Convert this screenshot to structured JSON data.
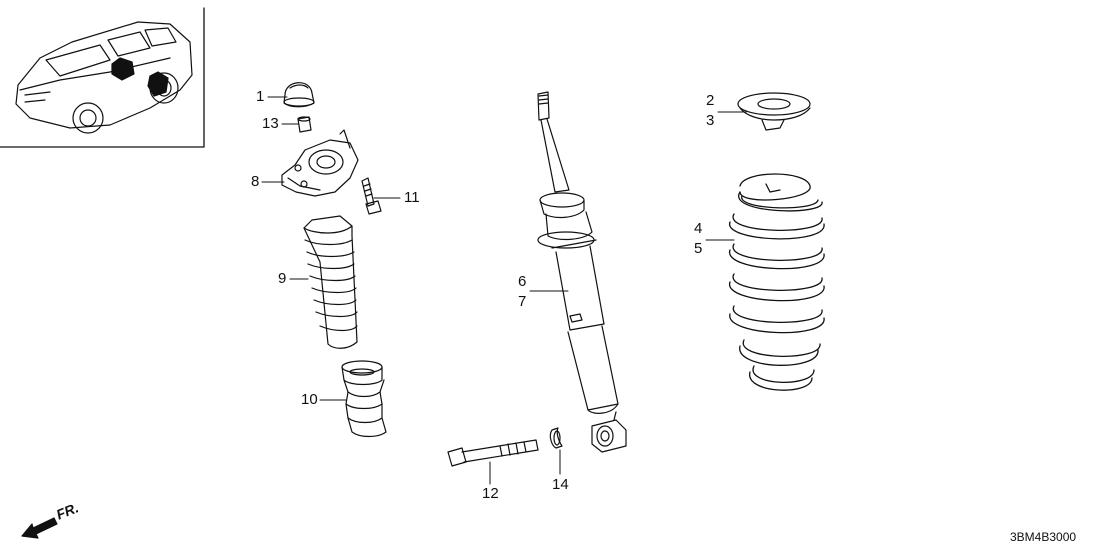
{
  "diagram": {
    "code": "3BM4B3000",
    "direction": "FR.",
    "callouts": {
      "p1": "1",
      "p2": "2",
      "p3": "3",
      "p4": "4",
      "p5": "5",
      "p6": "6",
      "p7": "7",
      "p8": "8",
      "p9": "9",
      "p10": "10",
      "p11": "11",
      "p12": "12",
      "p13": "13",
      "p14": "14"
    }
  }
}
